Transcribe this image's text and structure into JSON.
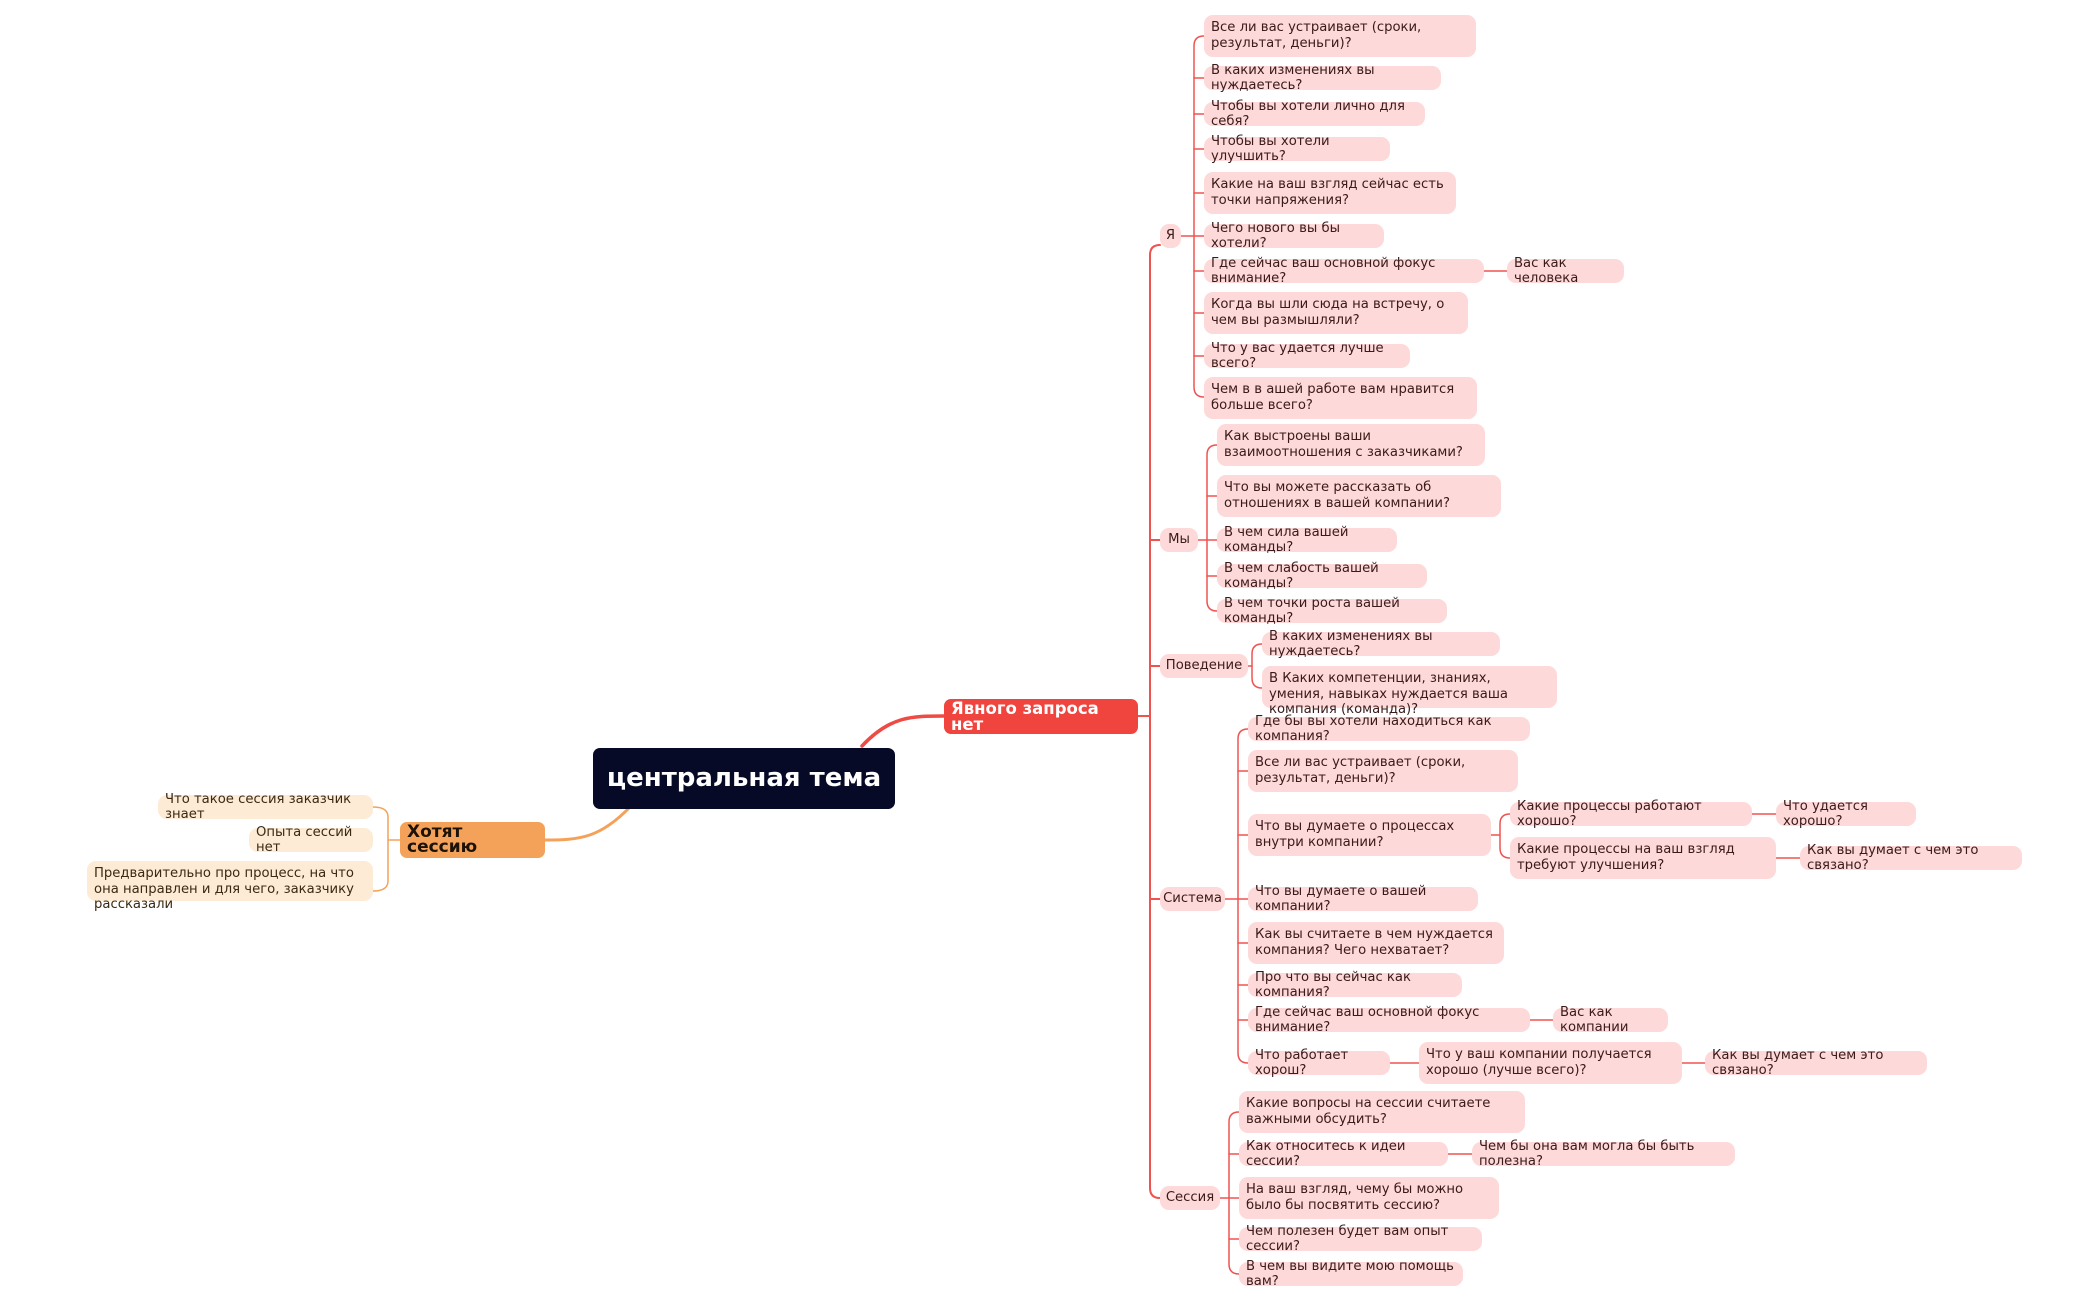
{
  "center": "центральная тема",
  "branch_request": {
    "label": "Явного запроса нет",
    "categories": [
      {
        "label": "Я",
        "items": [
          "Все ли вас устраивает (сроки, результат, деньги)?",
          "В каких изменениях вы нуждаетесь?",
          "Чтобы вы хотели лично для себя?",
          "Чтобы вы хотели улучшить?",
          "Какие на ваш взгляд сейчас есть точки напряжения?",
          "Чего нового вы бы хотели?",
          "Где сейчас ваш основной фокус внимание?",
          "Когда вы шли сюда на встречу, о чем вы размышляли?",
          "Что у вас удается лучше всего?",
          "Чем в в ашей работе вам нравится больше всего?"
        ],
        "subitems": [
          "Вас как человека"
        ]
      },
      {
        "label": "Мы",
        "items": [
          "Как выстроены ваши взаимоотношения с заказчиками?",
          "Что вы можете рассказать об отношениях в вашей компании?",
          "В чем сила вашей команды?",
          "В чем слабость вашей команды?",
          "В чем точки роста вашей команды?"
        ]
      },
      {
        "label": "Поведение",
        "items": [
          "В каких изменениях вы нуждаетесь?",
          "В Каких компетенции, знаниях, умения, навыках нуждается ваша компания (команда)?"
        ]
      },
      {
        "label": "Система",
        "items": [
          "Где бы вы хотели находиться как компания?",
          "Все ли вас устраивает (сроки, результат, деньги)?",
          "Что вы думаете о процессах внутри компании?",
          "Что вы думаете о вашей компании?",
          "Как вы считаете в чем нуждается компания? Чего нехватает?",
          "Про что вы сейчас как компания?",
          "Где сейчас ваш основной фокус внимание?",
          "Что работает хорош?"
        ],
        "subitems": [
          "Какие процессы работают хорошо?",
          "Какие процессы на ваш взгляд требуют улучшения?",
          "Вас как компании",
          "Что у ваш компании получается хорошо (лучше всего)?"
        ],
        "subsubitems": [
          "Что удается хорошо?",
          "Как вы думает с чем это связано?",
          "Как вы думает с чем это связано?"
        ]
      },
      {
        "label": "Сессия",
        "items": [
          "Какие вопросы на сессии считаете важными обсудить?",
          "Как относитесь к идеи сессии?",
          "На ваш взгляд, чему бы можно было бы посвятить сессию?",
          "Чем полезен будет вам опыт сессии?",
          "В чем вы видите мою помощь вам?"
        ],
        "subitems": [
          "Чем бы она вам могла бы быть полезна?"
        ]
      }
    ]
  },
  "branch_session": {
    "label": "Хотят сессию",
    "items": [
      "Что такое сессия заказчик знает",
      "Опыта сессий нет",
      "Предварительно про процесс, на что она направлен и для чего, заказчику рассказали"
    ]
  },
  "colors": {
    "center_bg": "#060a26",
    "red_accent": "#f0453f",
    "red_line": "#ef5350",
    "pink_node": "#fdd9d9",
    "orange_accent": "#f4a259",
    "peach_node": "#fdebd6"
  }
}
